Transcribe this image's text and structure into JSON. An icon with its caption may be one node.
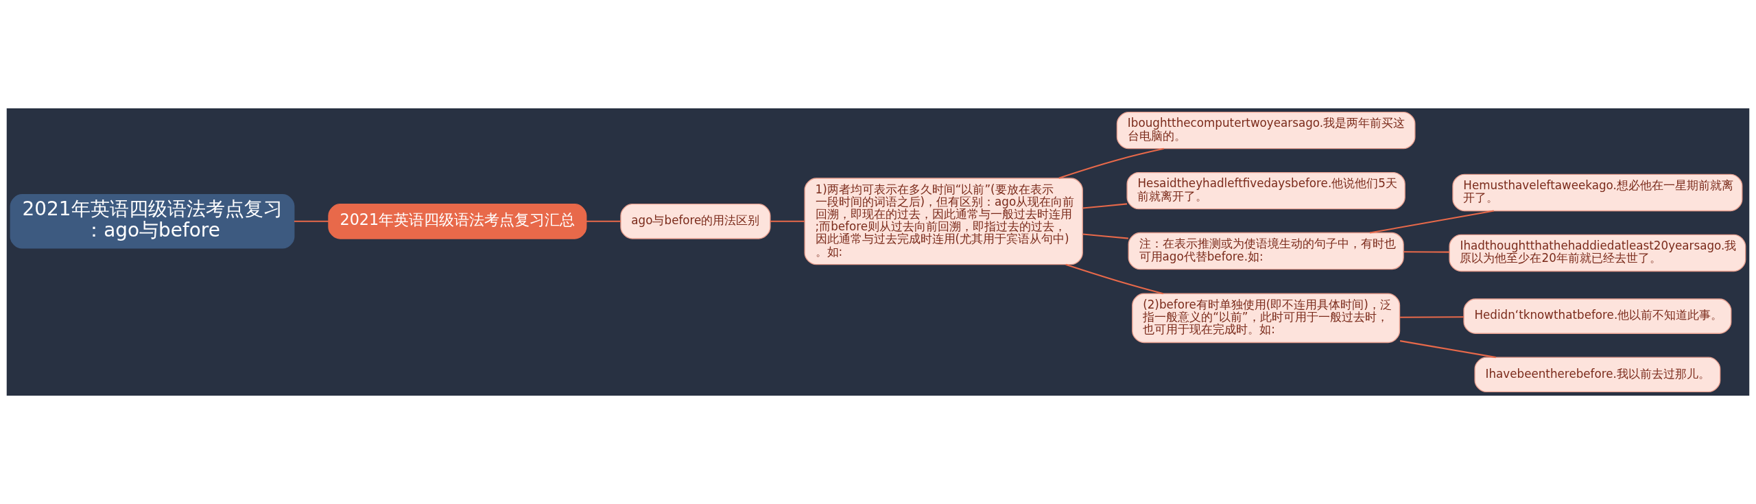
{
  "diagram": {
    "nodes": [
      {
        "text": [
          "2021年英语四级语法考点复习：ago与before"
        ]
      },
      {
        "text": [
          "2021年英语四级语法考点复习汇总"
        ]
      },
      {
        "text": [
          "ago与before的用法区别"
        ]
      },
      {
        "text": [
          "1)两者均可表示在多久时间“以前”(要放在表示一段时间的词语之后)，但有区别：ago从现在向前回溯，即现在的过去，因此通常与一般过去时连用;而before则从过去向前回溯，即指过去的过去，因此通常与过去完成时连用(尤其用于宾语从句中)。如:"
        ]
      },
      {
        "text": [
          "Iboughtthecomputertwoyearsago.我是两年前买这台电脑的。"
        ]
      },
      {
        "text": [
          "Hesaidtheyhadleftfivedaysbefore.他说他们5天前就离开了。"
        ]
      },
      {
        "text": [
          "注：在表示推测或为使语境生动的句子中，有时也可用ago代替before.如:"
        ]
      },
      {
        "text": [
          "Hemusthaveleftaweekago.想必他在一星期前就离开了。"
        ]
      },
      {
        "text": [
          "Ihadthoughtthathehaddiedatleast20yearsago.我原以为他至少在20年前就已经去世了。"
        ]
      },
      {
        "text": [
          "(2)before有时单独使用(即不连用具体时间)，泛指一般意义的“以前”，此时可用于一般过去时，也可用于现在完成时。如:"
        ]
      },
      {
        "text": [
          "Hedidn‘tknowthatbefore.他以前不知道此事。"
        ]
      },
      {
        "text": [
          "Ihavebeentherebefore.我以前去过那儿。"
        ]
      }
    ],
    "edges": [
      {
        "from": 0,
        "to": 1,
        "arrow": "none"
      },
      {
        "from": 1,
        "to": 2,
        "arrow": "none"
      },
      {
        "from": 2,
        "to": 3,
        "arrow": "none"
      },
      {
        "from": 3,
        "to": 4,
        "arrow": "none"
      },
      {
        "from": 3,
        "to": 5,
        "arrow": "none"
      },
      {
        "from": 3,
        "to": 6,
        "arrow": "none"
      },
      {
        "from": 6,
        "to": 7,
        "arrow": "none"
      },
      {
        "from": 6,
        "to": 8,
        "arrow": "none"
      },
      {
        "from": 3,
        "to": 9,
        "arrow": "none"
      },
      {
        "from": 9,
        "to": 10,
        "arrow": "none"
      },
      {
        "from": 9,
        "to": 11,
        "arrow": "none"
      }
    ]
  }
}
